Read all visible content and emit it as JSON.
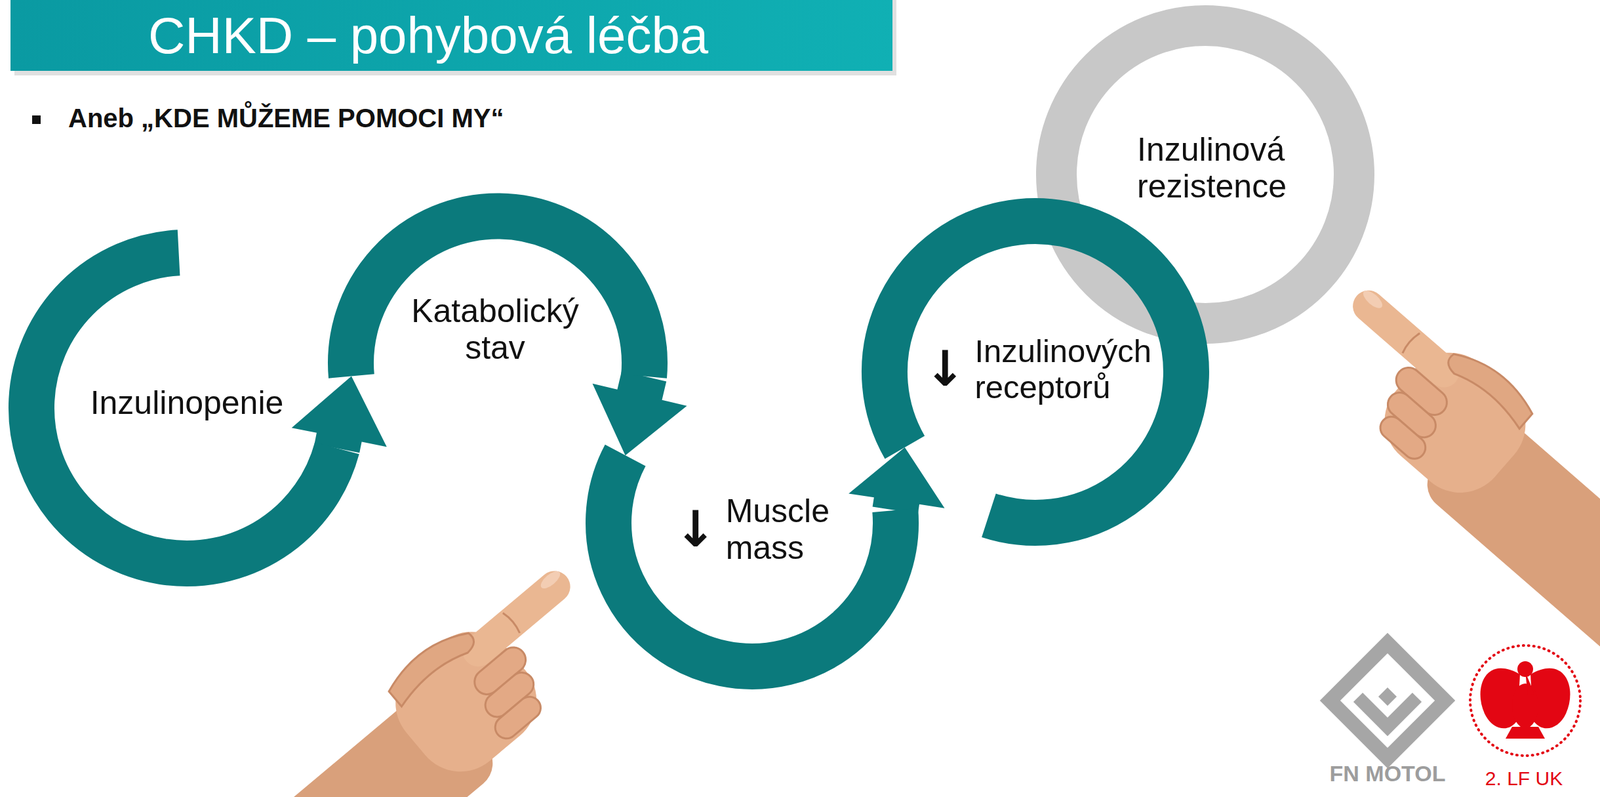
{
  "diagram": {
    "title": "CHKD – pohybová léčba",
    "nodes": [
      {
        "text": [
          "Inzulinopenie"
        ]
      },
      {
        "text": [
          "Katabolický stav"
        ]
      },
      {
        "text": [
          "↓",
          "Muscle mass"
        ]
      },
      {
        "text": [
          "↓",
          "Inzulinových receptorů"
        ]
      },
      {
        "text": [
          "Inzulinová rezistence"
        ]
      }
    ],
    "edges": [
      {
        "from": 0,
        "to": 1,
        "arrow": "to"
      },
      {
        "from": 1,
        "to": 2,
        "arrow": "to"
      },
      {
        "from": 2,
        "to": 3,
        "arrow": "to"
      }
    ],
    "labels": [
      "Aneb „KDE MŮŽEME POMOCI MY“",
      "FN MOTOL",
      "2. LF UK"
    ]
  }
}
